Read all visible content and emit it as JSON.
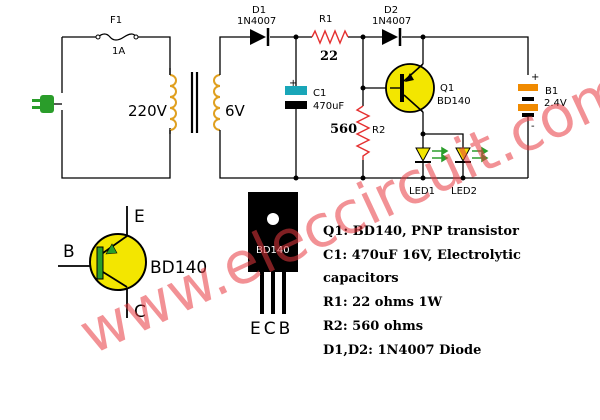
{
  "labels": {
    "fuse_ref": "F1",
    "fuse_val": "1A",
    "mains": "220V",
    "secondary": "6V",
    "d1_ref": "D1",
    "d1_val": "1N4007",
    "r1_ref": "R1",
    "r1_val": "22",
    "d2_ref": "D2",
    "d2_val": "1N4007",
    "c1_ref": "C1",
    "c1_val": "470uF",
    "q1_ref": "Q1",
    "q1_val": "BD140",
    "r2_val": "560",
    "r2_ref": "R2",
    "b1_ref": "B1",
    "b1_val": "2.4V",
    "batt_plus": "+",
    "batt_minus": "-",
    "cap_plus": "+",
    "led1": "LED1",
    "led2": "LED2",
    "sym_e": "E",
    "sym_b": "B",
    "sym_c": "C",
    "sym_name": "BD140",
    "pkg_name": "BD140",
    "pkg_pins": "ECB"
  },
  "parts_list": [
    "Q1: BD140, PNP transistor",
    "C1: 470uF 16V, Electrolytic",
    "capacitors",
    "R1: 22 ohms 1W",
    "R2: 560 ohms",
    "D1,D2: 1N4007 Diode"
  ],
  "watermark": "www.eleccircuit.com",
  "colors": {
    "accent_green": "#2a9d2a",
    "transistor_yellow": "#f3e600",
    "battery_orange": "#f08a00",
    "capacitor_teal": "#19a6b8",
    "resistor_red": "#e53030",
    "watermark_red": "#e8393f"
  }
}
